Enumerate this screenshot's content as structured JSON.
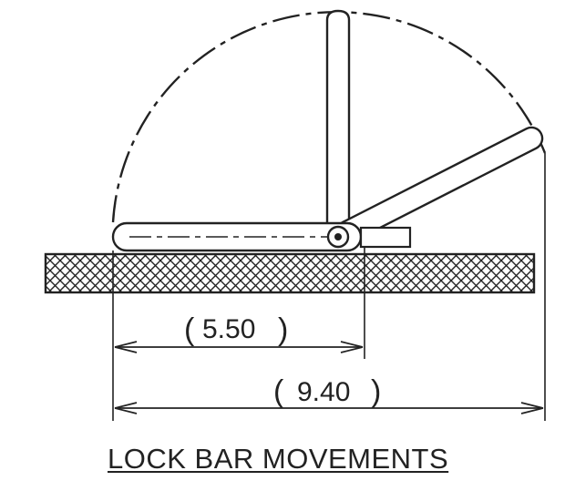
{
  "dimensions": {
    "inner": {
      "open_paren": "(",
      "value": "5.50",
      "close_paren": ")"
    },
    "outer": {
      "open_paren": "(",
      "value": "9.40",
      "close_paren": ")"
    }
  },
  "caption": "LOCK BAR MOVEMENTS",
  "colors": {
    "line": "#222222",
    "background": "#ffffff"
  }
}
